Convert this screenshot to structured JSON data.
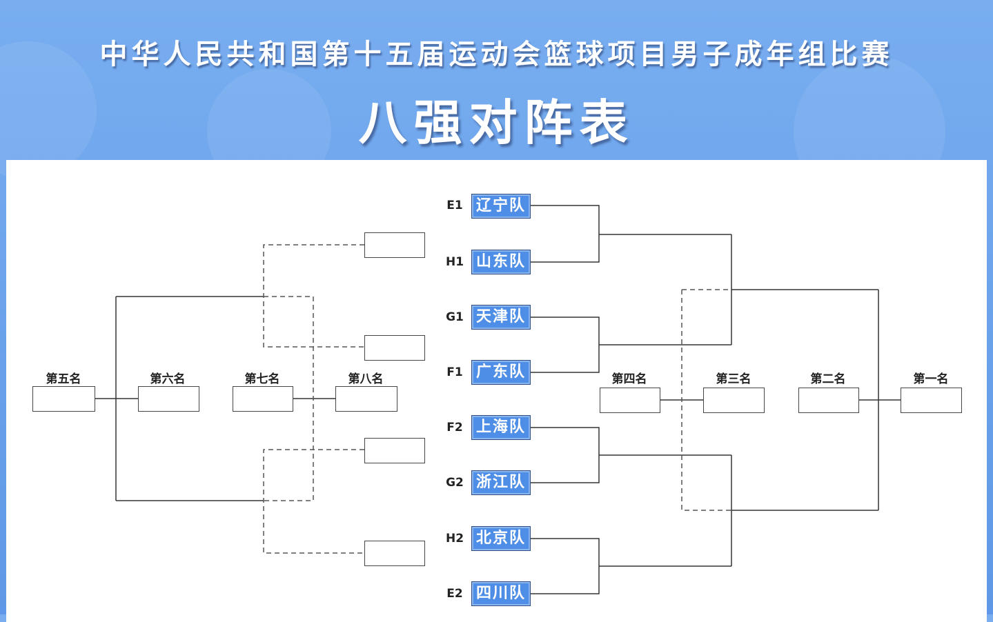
{
  "header": {
    "title": "中华人民共和国第十五届运动会篮球项目男子成年组比赛",
    "subtitle": "八强对阵表"
  },
  "teams": [
    {
      "seed": "E1",
      "name": "辽宁队"
    },
    {
      "seed": "H1",
      "name": "山东队"
    },
    {
      "seed": "G1",
      "name": "天津队"
    },
    {
      "seed": "F1",
      "name": "广东队"
    },
    {
      "seed": "F2",
      "name": "上海队"
    },
    {
      "seed": "G2",
      "name": "浙江队"
    },
    {
      "seed": "H2",
      "name": "北京队"
    },
    {
      "seed": "E2",
      "name": "四川队"
    }
  ],
  "placements": {
    "fifth": "第五名",
    "sixth": "第六名",
    "seventh": "第七名",
    "eighth": "第八名",
    "fourth": "第四名",
    "third": "第三名",
    "second": "第二名",
    "first": "第一名"
  },
  "colors": {
    "background": "#6ea5ec",
    "team_box": "#4f8ee6"
  }
}
